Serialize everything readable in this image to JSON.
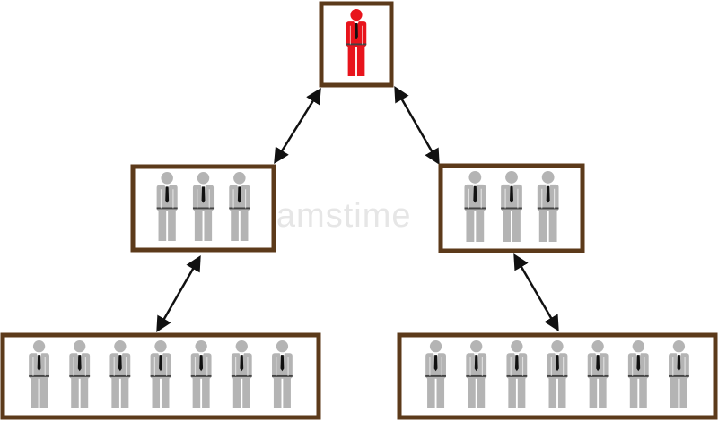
{
  "colors": {
    "box_border": "#5c3a1a",
    "leader": "#e8141c",
    "member": "#b4b4b4",
    "tie": "#111111",
    "arrow": "#111111"
  },
  "watermark": "dreamstime",
  "nodes": [
    {
      "id": "leader",
      "people": 1,
      "figure_color": "leader"
    },
    {
      "id": "group-left",
      "people": 3,
      "figure_color": "member"
    },
    {
      "id": "group-right",
      "people": 3,
      "figure_color": "member"
    },
    {
      "id": "team-bottom-left",
      "people": 7,
      "figure_color": "member"
    },
    {
      "id": "team-bottom-right",
      "people": 7,
      "figure_color": "member"
    }
  ],
  "links": [
    {
      "from": "leader",
      "to": "group-left",
      "direction": "both"
    },
    {
      "from": "leader",
      "to": "group-right",
      "direction": "both"
    },
    {
      "from": "group-left",
      "to": "team-bottom-left",
      "direction": "both"
    },
    {
      "from": "group-right",
      "to": "team-bottom-right",
      "direction": "both"
    }
  ]
}
